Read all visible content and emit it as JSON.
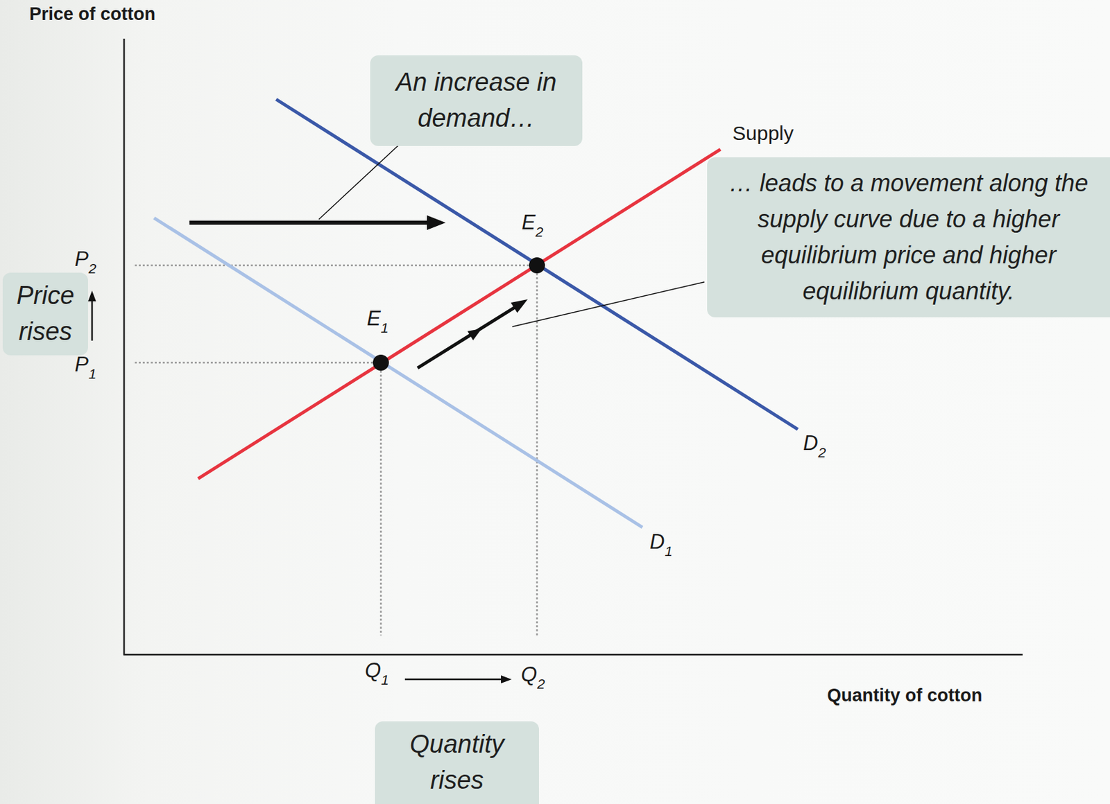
{
  "diagram": {
    "nodes": [
      {
        "text": [
          "An increase in demand…"
        ]
      },
      {
        "text": [
          "… leads to a movement along the supply curve due to a higher equilibrium price and higher equilibrium quantity."
        ]
      },
      {
        "text": [
          "Price rises"
        ]
      },
      {
        "text": [
          "Quantity rises"
        ]
      }
    ],
    "labels": [
      "Price of cotton",
      "Quantity of cotton",
      "Supply",
      "D2",
      "D1",
      "E2",
      "E1",
      "P2",
      "P1",
      "Q1",
      "Q2"
    ]
  }
}
